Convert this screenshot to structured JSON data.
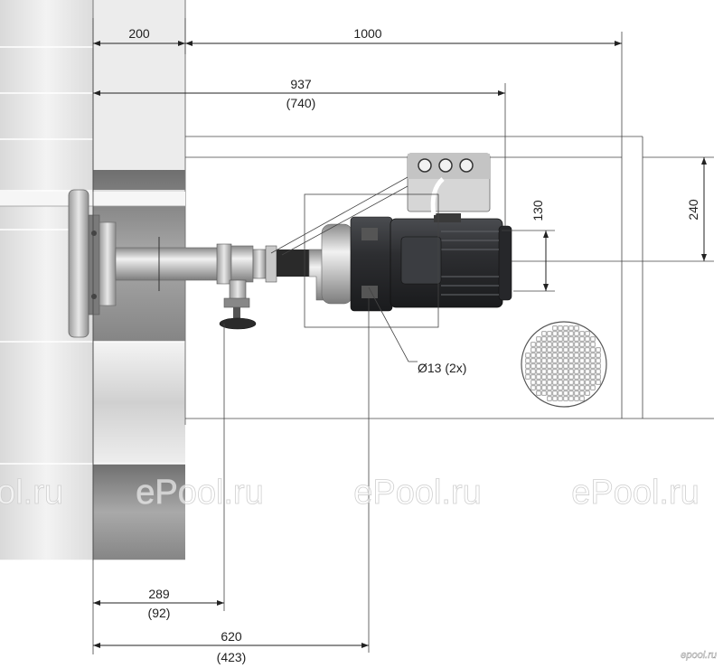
{
  "dimensions": {
    "wall_thickness": "200",
    "clearance_total": "1000",
    "length_to_motor": "937",
    "length_to_motor_alt": "(740)",
    "center_offset": "130",
    "box_height": "240",
    "bolt_holes": "Ø13 (2x)",
    "valve_distance": "289",
    "valve_distance_alt": "(92)",
    "foot_distance": "620",
    "foot_distance_alt": "(423)"
  },
  "watermarks": [
    "ePool.ru",
    "ePool.ru",
    "ePool.ru",
    "ePool.ru"
  ],
  "brand_mark": "epool.ru",
  "colors": {
    "wall_light": "#e4e4e4",
    "wall_dark": "#8c8c8c",
    "motor": "#2f3033",
    "pipe": "#b8b8b8",
    "line": "#222222"
  }
}
